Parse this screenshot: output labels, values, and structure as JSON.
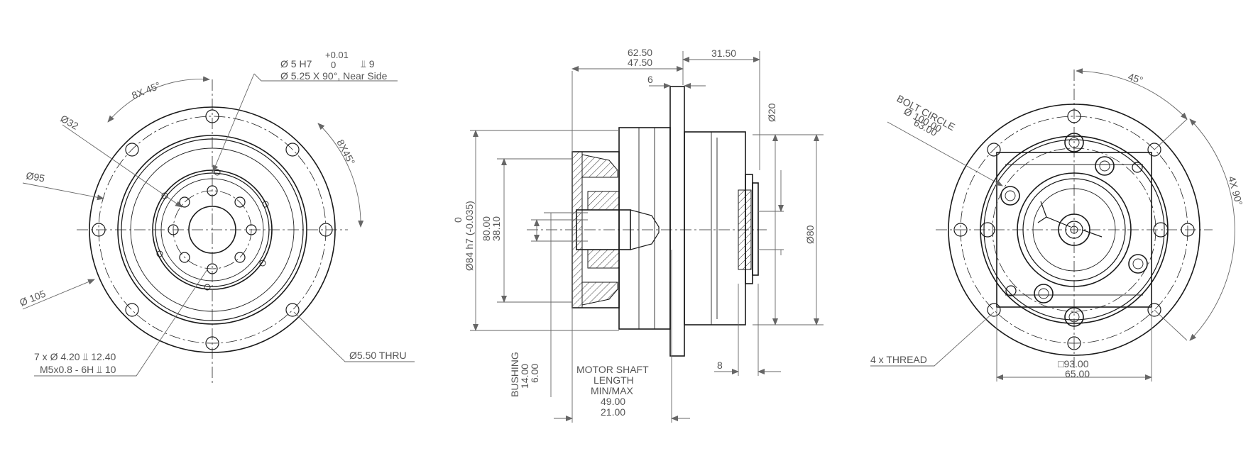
{
  "front_view": {
    "thread_hole_spec": "Ø 5 H7",
    "thread_hole_tol_upper": "+0.01",
    "thread_hole_tol_lower": "0",
    "thread_hole_depth": "⫫ 9",
    "countersink": "Ø 5.25 X 90°, Near Side",
    "pattern_8x45": "8X 45°",
    "pattern_8x45_b": "8X45°",
    "dia_32": "Ø32",
    "dia_95": "Ø95",
    "dia_105": "Ø 105",
    "holes_spec_1": "7 x Ø 4.20 ⫫ 12.40",
    "holes_spec_2": "M5x0.8 - 6H ⫫ 10",
    "thru_hole": "Ø5.50 THRU"
  },
  "side_view": {
    "len_62_50": "62.50",
    "len_47_50": "47.50",
    "len_31_50": "31.50",
    "len_6": "6",
    "dia_20": "Ø20",
    "dia_80": "Ø80",
    "tol_upper": "0",
    "tol_lower": "Ø84 h7 (-0.035)",
    "dim_80_00": "80.00",
    "dim_38_10": "38.10",
    "bushing_label": "BUSHING",
    "bushing_14": "14.00",
    "bushing_6": "6.00",
    "motor_shaft_1": "MOTOR SHAFT",
    "motor_shaft_2": "LENGTH",
    "motor_shaft_3": "MIN/MAX",
    "motor_shaft_4": "49.00",
    "motor_shaft_5": "21.00",
    "len_8": "8"
  },
  "rear_view": {
    "angle_45": "45°",
    "bolt_circle_1": "BOLT CIRCLE",
    "bolt_circle_2": "Ø 100.00",
    "bolt_circle_3": "63.00",
    "pattern_4x90": "4X 90°",
    "thread_label": "4 x THREAD",
    "square_93": "□93.00",
    "square_65": "65.00"
  }
}
